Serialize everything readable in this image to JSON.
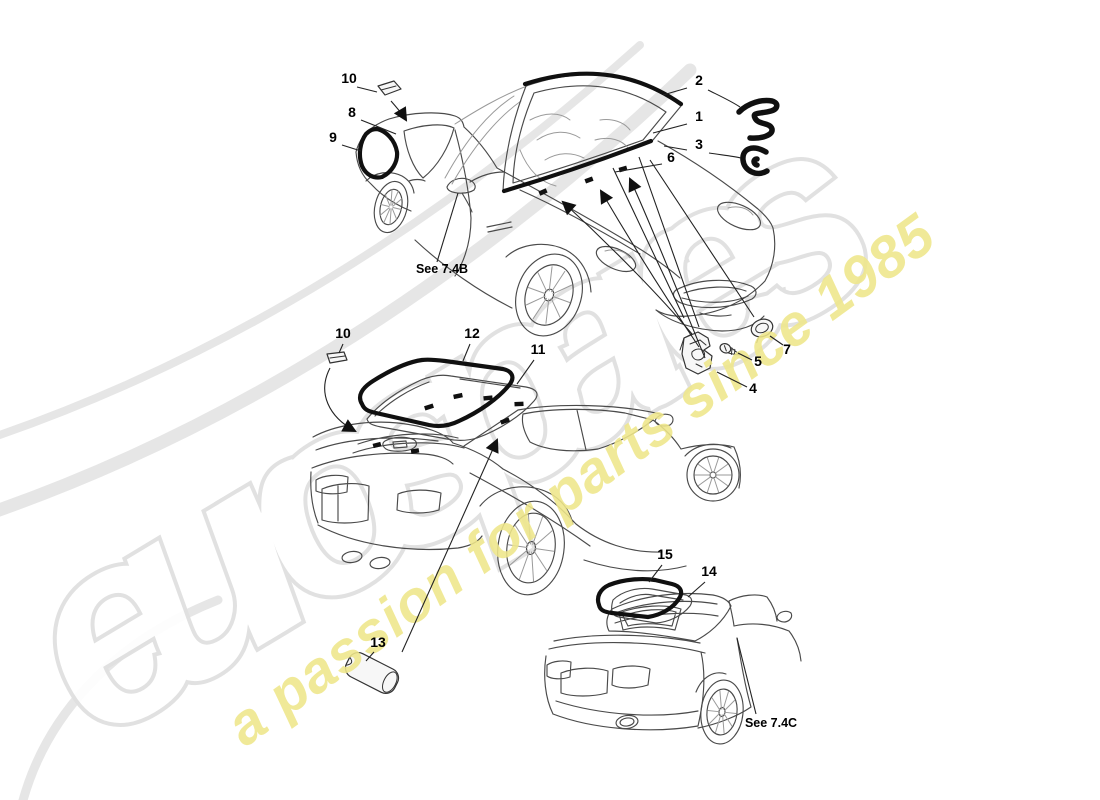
{
  "watermark": {
    "brand": "eurospares",
    "tagline": "a passion for parts since 1985"
  },
  "colors": {
    "moulding": "#101010",
    "lineart": "#4a4a4a",
    "brand_outline": "#e0e0e0",
    "tagline": "#efe78a"
  },
  "references": {
    "b": "See 7.4B",
    "c": "See 7.4C"
  },
  "callouts": {
    "c1": "1",
    "c2": "2",
    "c3": "3",
    "c4": "4",
    "c5": "5",
    "c6": "6",
    "c7": "7",
    "c8": "8",
    "c9": "9",
    "c10a": "10",
    "c10b": "10",
    "c11": "11",
    "c12": "12",
    "c13": "13",
    "c14": "14",
    "c15": "15"
  }
}
